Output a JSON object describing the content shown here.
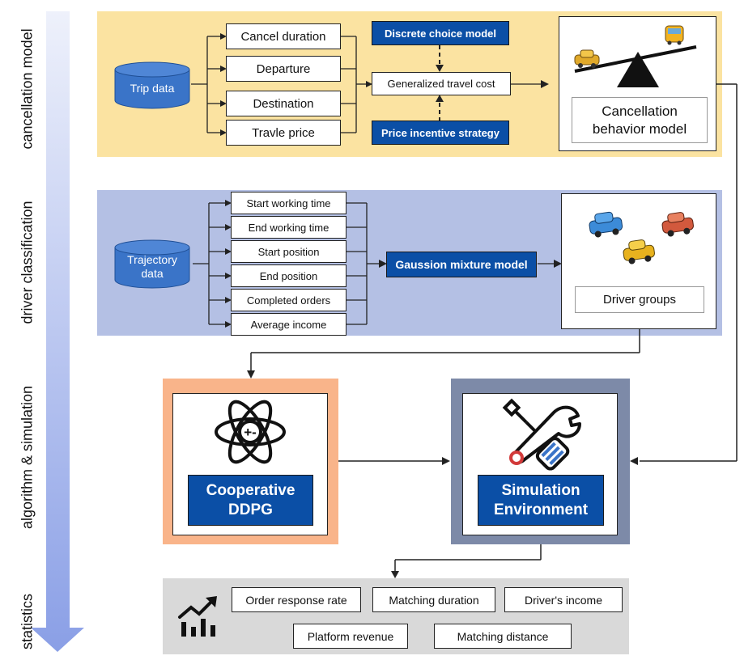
{
  "stages": {
    "cancellation": "cancellation model",
    "classification": "driver classification",
    "algorithm": "algorithm & simulation",
    "statistics": "statistics"
  },
  "cancellation": {
    "source": "Trip data",
    "features": [
      "Cancel duration",
      "Departure",
      "Destination",
      "Travle price"
    ],
    "discrete_choice": "Discrete choice model",
    "generalized_cost": "Generalized travel cost",
    "price_incentive": "Price incentive strategy",
    "result_line1": "Cancellation",
    "result_line2": "behavior model"
  },
  "classification": {
    "source_line1": "Trajectory",
    "source_line2": "data",
    "features": [
      "Start working time",
      "End working time",
      "Start position",
      "End position",
      "Completed orders",
      "Average income"
    ],
    "model": "Gaussion mixture model",
    "result": "Driver groups"
  },
  "algorithm": {
    "ddpg_line1": "Cooperative",
    "ddpg_line2": "DDPG",
    "sim_line1": "Simulation",
    "sim_line2": "Environment"
  },
  "statistics": {
    "row1": [
      "Order response rate",
      "Matching duration",
      "Driver's income"
    ],
    "row2": [
      "Platform revenue",
      "Matching distance"
    ]
  },
  "colors": {
    "yellow_panel": "#fbe3a1",
    "blue_panel": "#b4c0e4",
    "gray_panel": "#d9d9d9",
    "dark_blue": "#0b4fa6",
    "cylinder_blue": "#3a74c8",
    "orange_frame": "#f9b48a",
    "slate_frame": "#7d8aa8"
  }
}
